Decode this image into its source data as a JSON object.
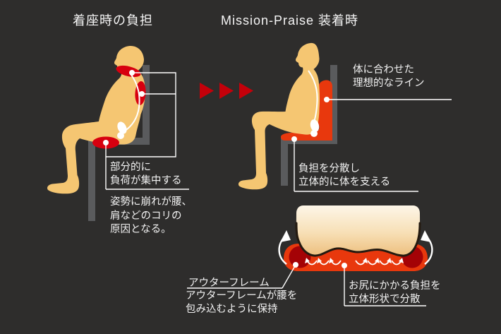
{
  "left_panel": {
    "title": "着座時の負担",
    "callout_concentrate": {
      "line1": "部分的に",
      "line2": "負荷が集中する"
    },
    "caption_posture": {
      "line1": "姿勢に崩れが腰、",
      "line2": "肩などのコリの",
      "line3": "原因となる。"
    }
  },
  "transition": {
    "arrow_icon": "triple-right-triangles"
  },
  "right_panel": {
    "title": "Mission-Praise 装着時",
    "callout_ideal": {
      "line1": "体に合わせた",
      "line2": "理想的なライン"
    },
    "callout_support": {
      "line1": "負担を分散し",
      "line2": "立体的に体を支える"
    }
  },
  "cushion_section": {
    "label_outer_frame": "アウターフレーム",
    "desc_outer_frame": {
      "line1": "アウターフレームが腰を",
      "line2": "包み込むように保持"
    },
    "callout_hip": {
      "line1": "お尻にかかる負担を",
      "line2": "立体形状で分散"
    }
  },
  "colors": {
    "background": "#2e2d2c",
    "body_skin": "#f5c672",
    "chair_gray": "#5a5b5d",
    "highlight_red": "#d7000f",
    "cushion_orange_red": "#e8380d",
    "frame_dark_red": "#a40206",
    "transition_arrow_red": "#c4000a",
    "text_white": "#f2f2f2"
  }
}
